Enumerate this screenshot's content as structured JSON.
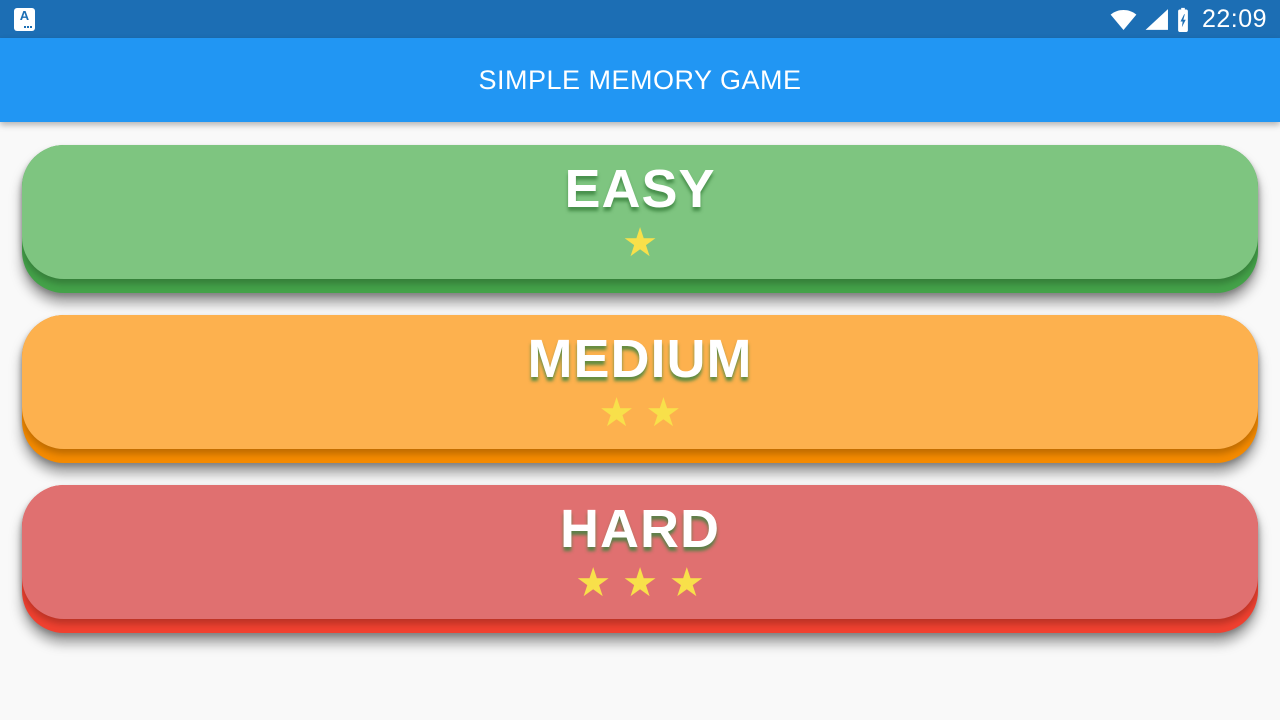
{
  "colors": {
    "status_bar_bg": "#1c6eb4",
    "app_bar_bg": "#2196f3",
    "page_bg": "#f9f9f9",
    "star": "#f8e04a"
  },
  "status_bar": {
    "notification_letter": "A",
    "time": "22:09",
    "icons": [
      "wifi-icon",
      "cellular-signal-icon",
      "battery-charging-icon"
    ]
  },
  "app_bar": {
    "title": "SIMPLE MEMORY GAME"
  },
  "buttons": [
    {
      "label": "EASY",
      "stars": 1,
      "body_color": "#7ec580",
      "edge_color": "#44a249"
    },
    {
      "label": "MEDIUM",
      "stars": 2,
      "body_color": "#fdb14e",
      "edge_color": "#f48a00"
    },
    {
      "label": "HARD",
      "stars": 3,
      "body_color": "#e07070",
      "edge_color": "#f04130"
    }
  ]
}
